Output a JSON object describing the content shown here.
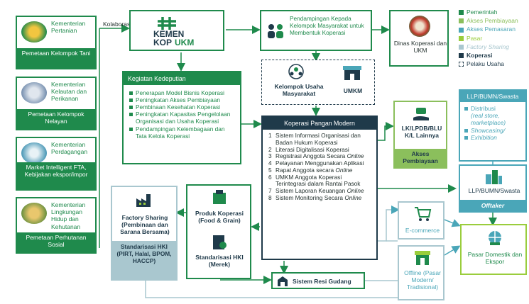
{
  "ministries": [
    {
      "name": "Kementerian Pertanian",
      "band": "Pemetaan Kelompok Tani",
      "icon": "emblem-icon"
    },
    {
      "name": "Kementerian Kelautan dan Perikanan",
      "band": "Pemetaan Kelompok Nelayan",
      "icon": "fish-emblem-icon"
    },
    {
      "name": "Kementerian Perdagangan",
      "band": "Market Intelligent FTA, Kebijakan ekspor/impor",
      "icon": "trade-emblem-icon"
    },
    {
      "name": "Kementerian Lingkungan Hidup dan Kehutanan",
      "band": "Pemetaan Perhutanan Sosial",
      "icon": "forest-emblem-icon"
    }
  ],
  "kolaborasi": "Kolaborasi",
  "logo": {
    "line1": "KEMEN",
    "line2": "KOP",
    "line3": "UKM"
  },
  "pendampingan": "Pendampingan Kepada Kelompok Masyarakat untuk Membentuk Koperasi",
  "dinas": "Dinas Koperasi dan UKM",
  "legend": [
    {
      "label": "Pemerintah",
      "color": "#1f8a4c"
    },
    {
      "label": "Akses Pembiayaan",
      "color": "#8bbf5c"
    },
    {
      "label": "Akses Pemasaran",
      "color": "#4aa6b8"
    },
    {
      "label": "Pasar",
      "color": "#9acd3c"
    },
    {
      "label": "Factory Sharing",
      "color": "#a9c7cf"
    },
    {
      "label": "Koperasi",
      "color": "#1f3a4a"
    },
    {
      "label": "Pelaku Usaha",
      "color": "#1f3a4a"
    }
  ],
  "kedeputian": {
    "title": "Kegiatan Kedeputian",
    "items": [
      "Penerapan Model Bisnis Koperasi",
      "Peningkatan Akses Pembiayaan",
      "Pembinaan Kesehatan Koperasi",
      "Peningkatan Kapasitas Pengelolaan Organisasi dan Usaha Koperasi",
      "Pendampingan Kelembagaan dan Tata Kelola Koperasi"
    ]
  },
  "pelaku": {
    "kelompok": "Kelompok Usaha Masyarakat",
    "umkm": "UMKM"
  },
  "koperasi": {
    "title": "Koperasi Pangan Modern",
    "items": [
      {
        "n": "1",
        "text": "Sistem Informasi Organisasi dan Badan Hukum Koperasi",
        "it": ""
      },
      {
        "n": "2",
        "text": "Literasi Digitalisasi Koperasi",
        "it": ""
      },
      {
        "n": "3",
        "text": "Registrasi Anggota Secara",
        "it": "Online"
      },
      {
        "n": "4",
        "text": "Pelayanan Menggunakan Aplikasi",
        "it": ""
      },
      {
        "n": "5",
        "text": "Rapat Anggota secara",
        "it": "Online"
      },
      {
        "n": "6",
        "text": "UMKM Anggota Koperasi Terintegrasi dalam Rantai Pasok",
        "it": ""
      },
      {
        "n": "7",
        "text": "Sistem Laporan Keuangan",
        "it": "Online"
      },
      {
        "n": "8",
        "text": "Sistem Monitoring Secara",
        "it": "Online"
      }
    ]
  },
  "lk": {
    "name": "LK/LPDB/BLU K/L Lainnya",
    "band": "Akses Pembiayaan"
  },
  "llp_top": {
    "title": "LLP/BUMN/Swasta",
    "items": [
      {
        "label": "Distribusi",
        "sub": "(real store, marketplace)"
      },
      {
        "label": "Showcasing/",
        "sub": "Exhibition"
      }
    ]
  },
  "llp_mid": {
    "name": "LLP/BUMN/Swasta",
    "band": "Offtaker"
  },
  "pasar": "Pasar Domestik dan Ekspor",
  "ecommerce": "E-commerce",
  "offline": "Offline (Pasar Modern/ Tradisional)",
  "resi": "Sistem Resi Gudang",
  "produk": "Produk Koperasi (Food & Grain)",
  "hki": "Standarisasi HKI (Merek)",
  "factory": {
    "title": "Factory Sharing (Pembinaan dan Sarana Bersama)",
    "band": "Standarisasi HKI (PIRT, Halal, BPOM, HACCP)"
  }
}
